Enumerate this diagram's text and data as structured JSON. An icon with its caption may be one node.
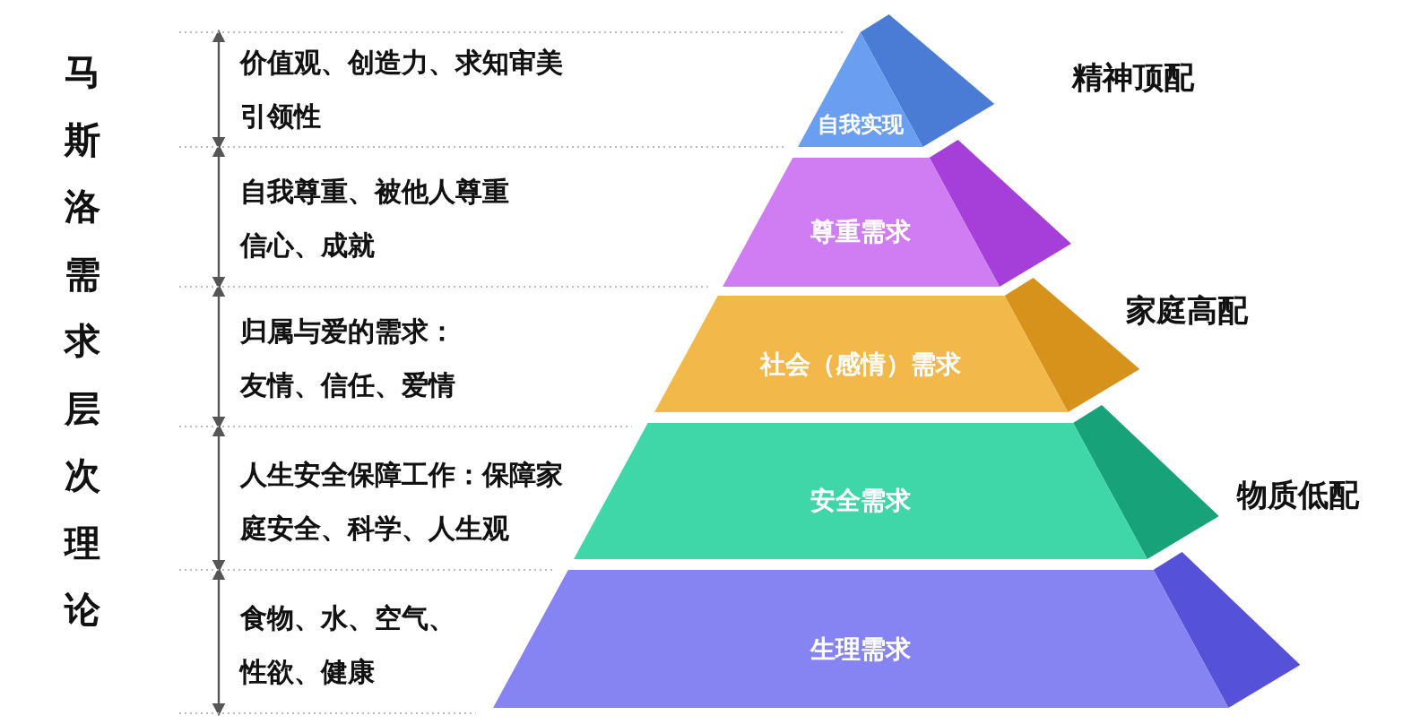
{
  "diagram": {
    "title": "马斯洛需求层次理论",
    "nodes": [
      {
        "text": [
          "自我实现"
        ]
      },
      {
        "text": [
          "尊重需求"
        ]
      },
      {
        "text": [
          "社会（感情）需求"
        ]
      },
      {
        "text": [
          "安全需求"
        ]
      },
      {
        "text": [
          "生理需求"
        ]
      }
    ],
    "labels": [
      "价值观、创造力、求知审美引领性",
      "精神顶配",
      "自我尊重、被他人尊重信心、成就",
      "归属与爱的需求：友情、信任、爱情",
      "家庭高配",
      "人生安全保障工作：保障家庭安全、科学、人生观",
      "物质低配",
      "食物、水、空气、性欲、健康"
    ]
  }
}
